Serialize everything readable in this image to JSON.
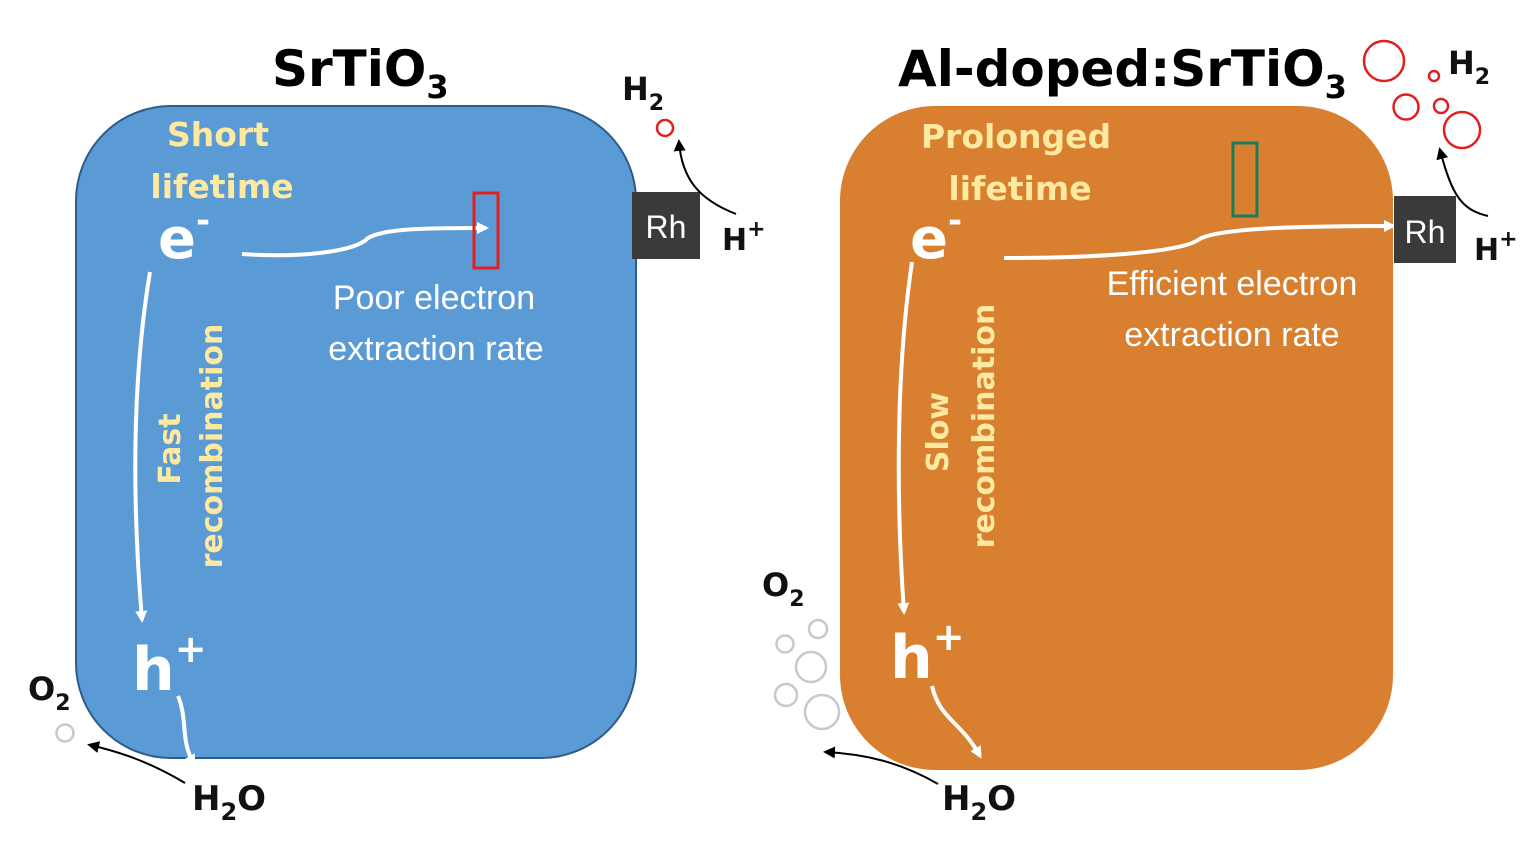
{
  "left": {
    "title": "SrTiO",
    "title_sub": "3",
    "lifetime": [
      "Short",
      "lifetime"
    ],
    "electron": "e",
    "electron_charge": "-",
    "hole": "h",
    "hole_charge": "+",
    "recombination": [
      "Fast",
      "recombination"
    ],
    "extraction": [
      "Poor electron",
      "extraction rate"
    ],
    "cocatalyst": "Rh",
    "h2": "H",
    "h2_sub": "2",
    "hplus": "H",
    "hplus_charge": "+",
    "o2": "O",
    "o2_sub": "2",
    "h2o_a": "H",
    "h2o_sub": "2",
    "h2o_b": "O"
  },
  "right": {
    "title": "Al-doped:SrTiO",
    "title_sub": "3",
    "lifetime": [
      "Prolonged",
      "lifetime"
    ],
    "electron": "e",
    "electron_charge": "-",
    "hole": "h",
    "hole_charge": "+",
    "recombination": [
      "Slow",
      "recombination"
    ],
    "extraction": [
      "Efficient electron",
      "extraction rate"
    ],
    "cocatalyst": "Rh",
    "h2": "H",
    "h2_sub": "2",
    "hplus": "H",
    "hplus_charge": "+",
    "o2": "O",
    "o2_sub": "2",
    "h2o_a": "H",
    "h2o_sub": "2",
    "h2o_b": "O"
  },
  "colors": {
    "left_particle": "#5b9bd5",
    "right_particle": "#d87f30",
    "label_yellow": "#fde9a0",
    "rh_box": "#3a3a3a",
    "h2_bubble": "#e02020",
    "o2_bubble": "#c8c8c8",
    "left_marker": "#e02020",
    "right_marker": "#1f7a5a"
  }
}
